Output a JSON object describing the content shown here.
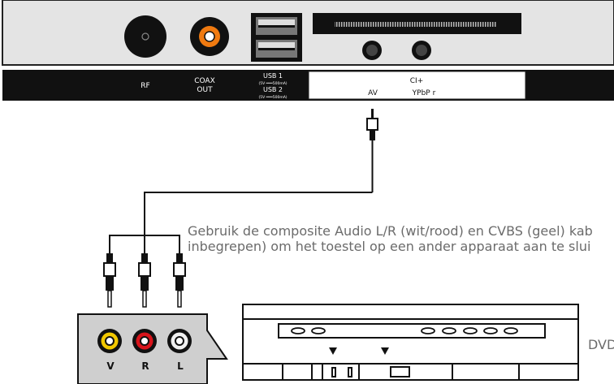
{
  "connector_labels": {
    "rf": "RF",
    "coax_line1": "COAX",
    "coax_line2": "OUT",
    "usb1": "USB 1",
    "usb1_rating": "(5V ═══500mA)",
    "usb2": "USB 2",
    "usb2_rating": "(5V ═══500mA)",
    "ci": "CI+",
    "av": "AV",
    "ypbpr": "YPbP r"
  },
  "description": {
    "line1": "Gebruik de composite Audio L/R (wit/rood) en CVBS (geel) kab",
    "line2": "inbegrepen) om het toestel op een ander apparaat aan te slui"
  },
  "jack_labels": {
    "v": "V",
    "r": "R",
    "l": "L"
  },
  "device_label": "DVD",
  "colors": {
    "panel": "#e4e4e4",
    "label_bar": "#111111",
    "yellow": "#f2c800",
    "red": "#d8141b",
    "white_jack": "#f0f0f0",
    "coax_orange": "#f07a10",
    "connector_box": "#cfcfcf",
    "text_gray": "#6b6b6b"
  }
}
